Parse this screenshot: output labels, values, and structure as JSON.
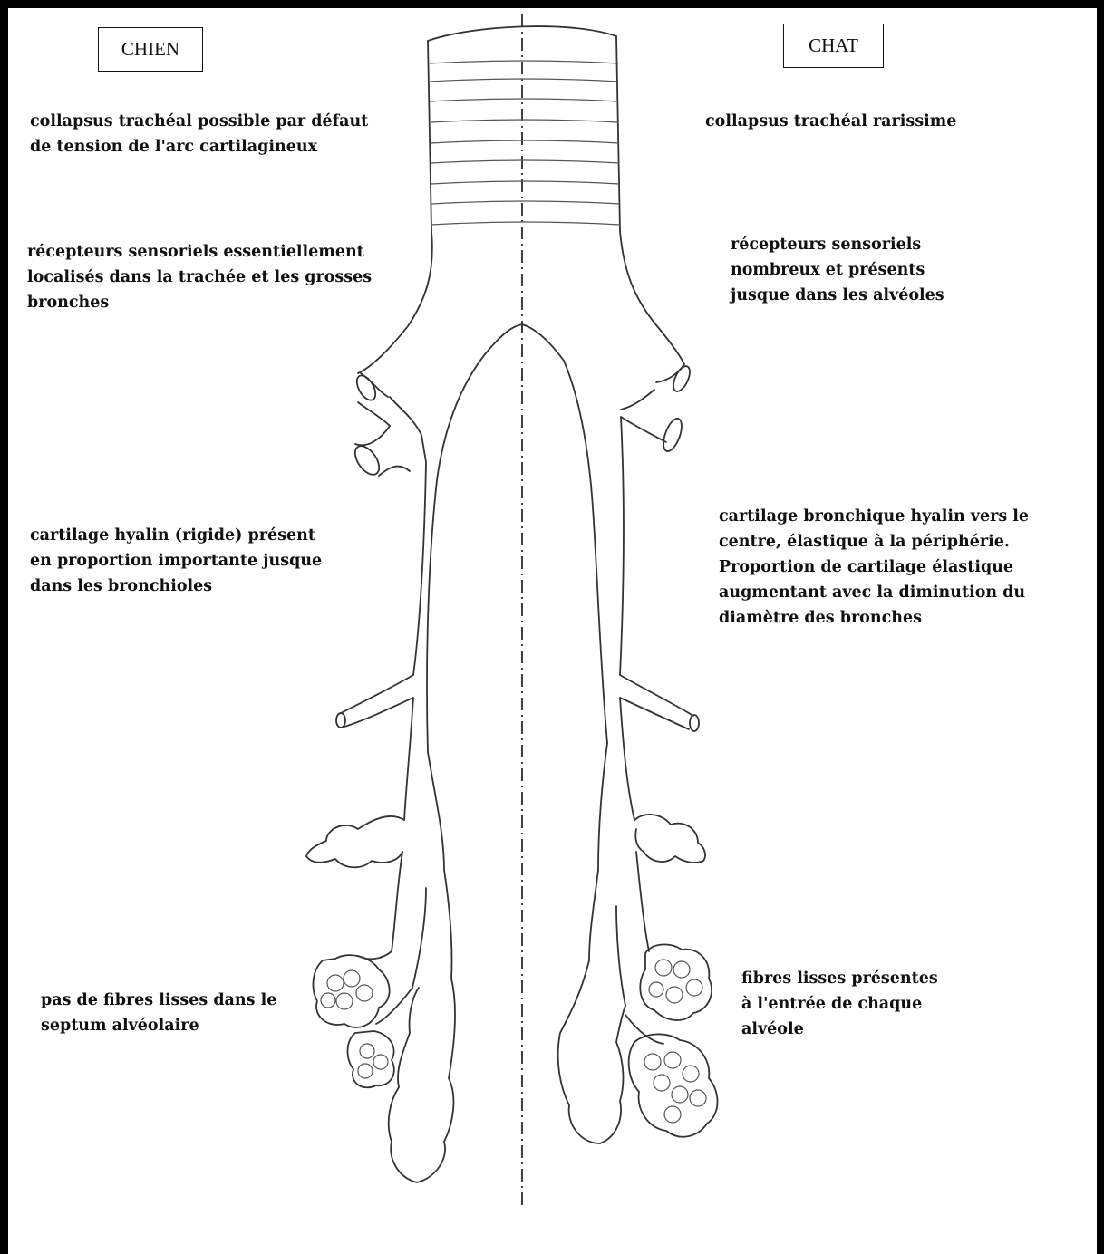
{
  "left": {
    "title": "CHIEN",
    "notes": [
      [
        "collapsus trachéal possible par défaut",
        "de tension de l'arc cartilagineux"
      ],
      [
        "récepteurs sensoriels essentiellement",
        "localisés dans la trachée et les grosses",
        "bronches"
      ],
      [
        "cartilage hyalin (rigide) présent",
        "en proportion importante jusque",
        "dans les bronchioles"
      ],
      [
        "pas de fibres lisses dans le",
        "septum alvéolaire"
      ]
    ]
  },
  "right": {
    "title": "CHAT",
    "notes": [
      [
        "collapsus trachéal rarissime"
      ],
      [
        "récepteurs sensoriels",
        "nombreux et présents",
        "jusque dans les alvéoles"
      ],
      [
        "cartilage bronchique hyalin vers le",
        "centre, élastique à la périphérie.",
        "Proportion de cartilage élastique",
        "augmentant avec la diminution du",
        "diamètre des bronches"
      ],
      [
        "fibres lisses présentes",
        "à l'entrée de chaque",
        "alvéole"
      ]
    ]
  }
}
